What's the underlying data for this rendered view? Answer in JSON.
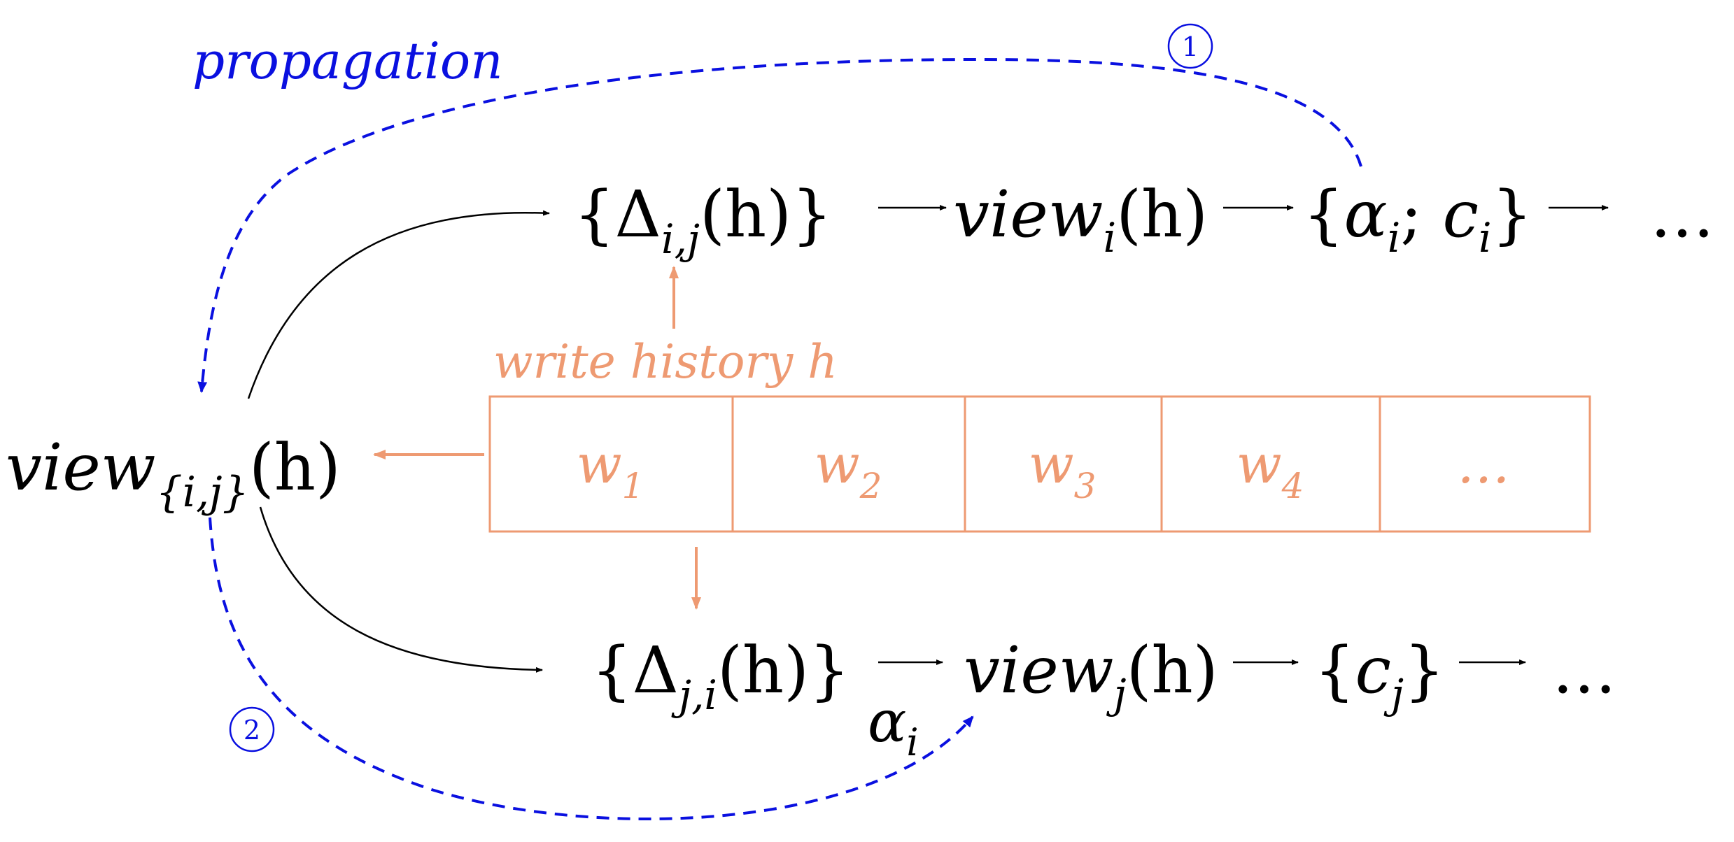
{
  "colors": {
    "black": "#000000",
    "blue": "#0a10e0",
    "orange": "#ee9a72"
  },
  "labels": {
    "propagation": "propagation",
    "write_history": "write history h",
    "step1": "①",
    "step2": "②"
  },
  "top_row": {
    "delta_sym": "Δ",
    "delta_sub": "i,j",
    "view_base": "view",
    "view_sub": "i",
    "alpha": "α",
    "alpha_sub": "i",
    "sep": "; ",
    "c": "c",
    "c_sub": "i",
    "ellipsis": "…"
  },
  "bottom_row": {
    "delta_sym": "Δ",
    "delta_sub": "j,i",
    "view_base": "view",
    "view_sub": "j",
    "c": "c",
    "c_sub": "j",
    "ellipsis": "…",
    "alpha_label": "α",
    "alpha_label_sub": "i"
  },
  "left_view": {
    "base": "view",
    "sub": "{i,j}"
  },
  "common": {
    "h_arg": "(h)",
    "open_brace": "{",
    "close_brace": "}"
  },
  "history_cells": [
    {
      "w": "w",
      "sub": "1"
    },
    {
      "w": "w",
      "sub": "2"
    },
    {
      "w": "w",
      "sub": "3"
    },
    {
      "w": "w",
      "sub": "4"
    },
    {
      "w": "…",
      "sub": ""
    }
  ]
}
